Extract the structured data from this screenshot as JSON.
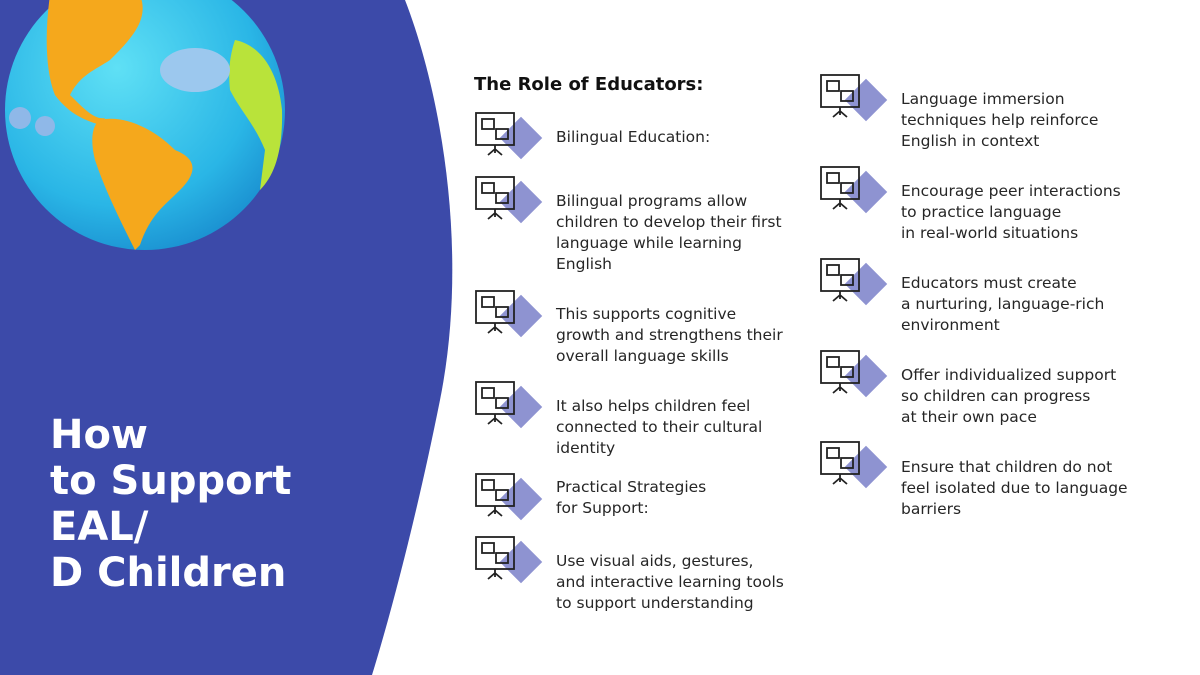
{
  "slide": {
    "title_lines": [
      "How",
      "to Support",
      "EAL/",
      "D Children"
    ],
    "heading": "The Role of Educators:",
    "colors": {
      "panel": "#3c4aa9",
      "accent": "#8e93d1",
      "text": "#262626"
    },
    "left_items": [
      {
        "icon": "presentation-translate-icon",
        "text": "Bilingual Education:"
      },
      {
        "icon": "book-translate-icon",
        "text": "Bilingual programs allow\nchildren to develop their first\nlanguage while learning\nEnglish"
      },
      {
        "icon": "school-shop-icon",
        "text": "This supports cognitive\ngrowth and strengthens their\noverall language skills"
      },
      {
        "icon": "desk-learning-icon",
        "text": "It also helps children feel\nconnected to their cultural\nidentity"
      },
      {
        "icon": "teacher-board-icon",
        "text": "Practical Strategies\nfor Support:"
      },
      {
        "icon": "library-building-icon",
        "text": "Use visual aids, gestures,\nand interactive learning tools\nto support understanding"
      }
    ],
    "right_items": [
      {
        "icon": "teacher-language-icon",
        "text": "Language immersion\ntechniques help reinforce\nEnglish in context"
      },
      {
        "icon": "school-calendar-icon",
        "text": "Encourage peer interactions\nto practice language\nin real-world situations"
      },
      {
        "icon": "school-clock-icon",
        "text": "Educators must create\na nurturing, language-rich\nenvironment"
      },
      {
        "icon": "school-flag-icon",
        "text": "Offer individualized support\nso children can progress\nat their own pace"
      },
      {
        "icon": "speech-translate-icon",
        "text": "Ensure that children do not\nfeel isolated due to language\nbarriers"
      }
    ]
  }
}
